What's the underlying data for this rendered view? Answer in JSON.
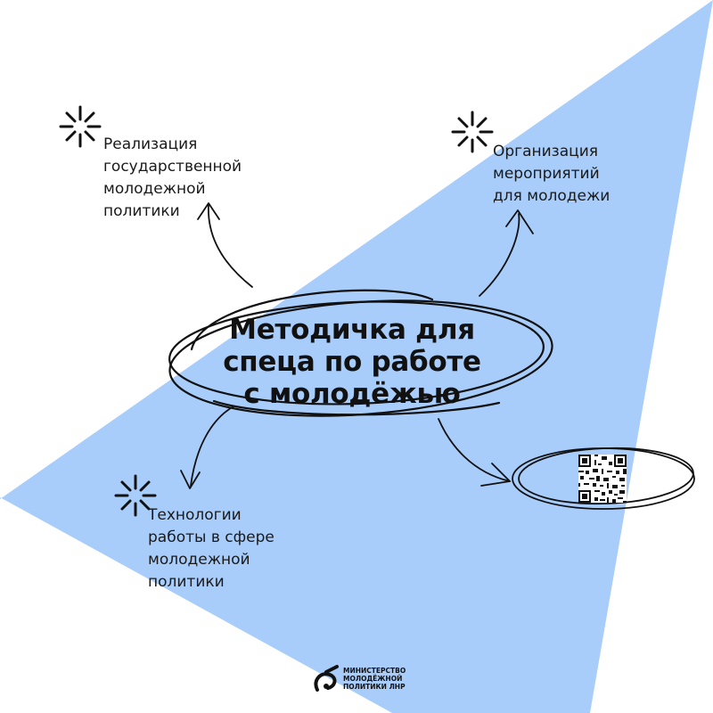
{
  "title": {
    "line1": "Методичка для",
    "line2": "спеца по работе",
    "line3": "с молодёжью"
  },
  "topics": [
    {
      "lines": [
        "Реализация",
        "государственной",
        "молодежной",
        "политики"
      ]
    },
    {
      "lines": [
        "Организация",
        "мероприятий",
        "для молодежи"
      ]
    },
    {
      "lines": [
        "Технологии",
        "работы в сфере",
        "молодежной",
        "политики"
      ]
    }
  ],
  "logo": {
    "lines": [
      "МИНИСТЕРСТВО",
      "МОЛОДЁЖНОЙ",
      "ПОЛИТИКИ ЛНР"
    ]
  },
  "icons": {
    "sparkle": "sparkle-burst-icon",
    "arrow": "hand-drawn-arrow-icon",
    "qr": "qr-code-icon",
    "logo": "ministry-logo-icon"
  },
  "colors": {
    "background": "#ffffff",
    "beam": "#a8cdfb",
    "ink": "#111111"
  }
}
